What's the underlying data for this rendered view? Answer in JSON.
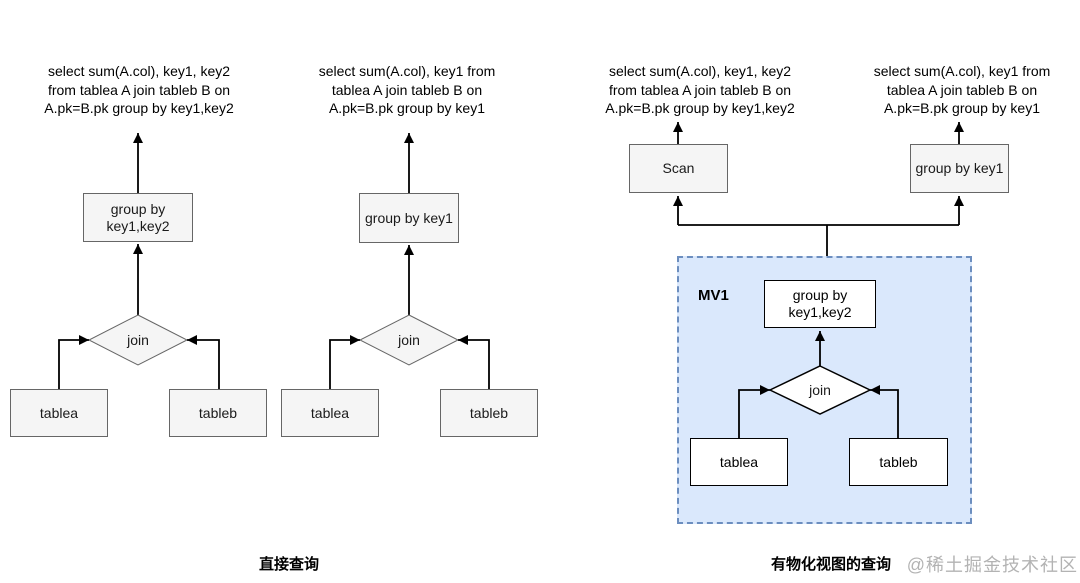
{
  "captions": {
    "left": "直接查询",
    "right": "有物化视图的查询"
  },
  "watermark": "@稀土掘金技术社区",
  "colors": {
    "box_fill": "#f5f5f5",
    "box_stroke": "#666666",
    "mv_fill": "#dae8fc",
    "mv_stroke": "#6c8ebf",
    "line": "#000000",
    "watermark": "#b3b3b3"
  },
  "diagrams": [
    {
      "name": "direct-query-key1-key2",
      "sql": "select sum(A.col), key1, key2\nfrom tablea A join tableb B on\nA.pk=B.pk group by key1,key2",
      "top_node": "group by\nkey1,key2",
      "join_label": "join",
      "tables": [
        "tablea",
        "tableb"
      ]
    },
    {
      "name": "direct-query-key1",
      "sql": "select sum(A.col), key1 from\ntablea A join tableb B on\nA.pk=B.pk group by key1",
      "top_node": "group by key1",
      "join_label": "join",
      "tables": [
        "tablea",
        "tableb"
      ]
    },
    {
      "name": "mv-query-key1-key2",
      "sql": "select sum(A.col), key1, key2\nfrom tablea A join tableb B on\nA.pk=B.pk group by key1,key2",
      "top_node": "Scan"
    },
    {
      "name": "mv-query-key1",
      "sql": "select sum(A.col), key1 from\ntablea A join tableb B on\nA.pk=B.pk group by key1",
      "top_node": "group by key1"
    }
  ],
  "mv": {
    "label": "MV1",
    "group_node": "group by\nkey1,key2",
    "join_label": "join",
    "tables": [
      "tablea",
      "tableb"
    ]
  }
}
